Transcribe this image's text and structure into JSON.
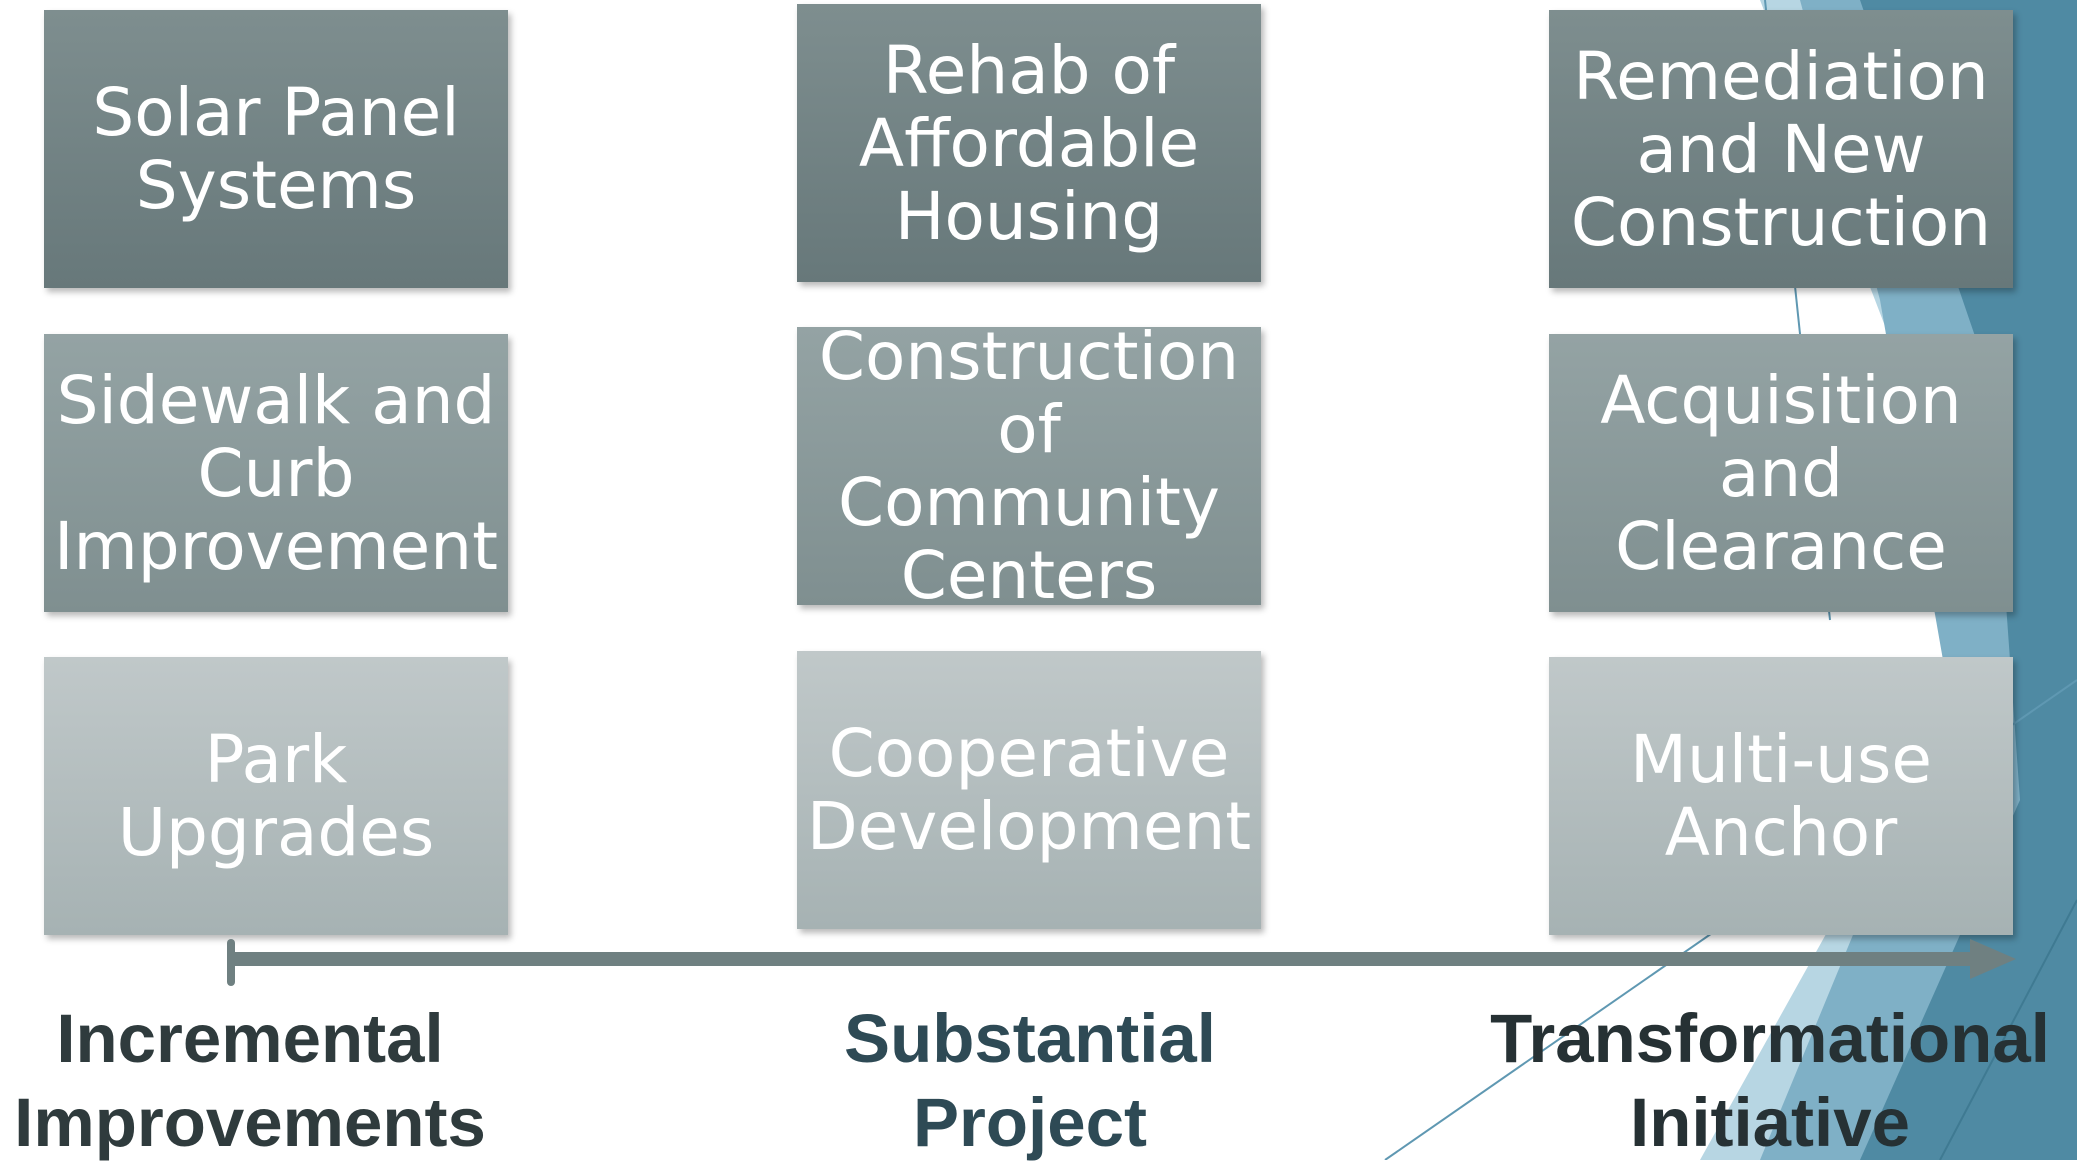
{
  "columns": [
    {
      "label": "Incremental\nImprovements",
      "label_color": "#2f3b3d",
      "boxes": [
        "Solar Panel\nSystems",
        "Sidewalk and\nCurb\nImprovement",
        "Park\nUpgrades"
      ]
    },
    {
      "label": "Substantial\nProject",
      "label_color": "#2e4a55",
      "boxes": [
        "Rehab of\nAffordable\nHousing",
        "Construction\nof Community\nCenters",
        "Cooperative\nDevelopment"
      ]
    },
    {
      "label": "Transformational\nInitiative",
      "label_color": "#263134",
      "boxes": [
        "Remediation\nand New\nConstruction",
        "Acquisition\nand\nClearance",
        "Multi-use\nAnchor"
      ]
    }
  ],
  "colors": {
    "axis": "#6f8081",
    "decor_dark": "#4f8aa3",
    "decor_mid": "#7fb0c6",
    "decor_light": "#b7d6e3"
  }
}
